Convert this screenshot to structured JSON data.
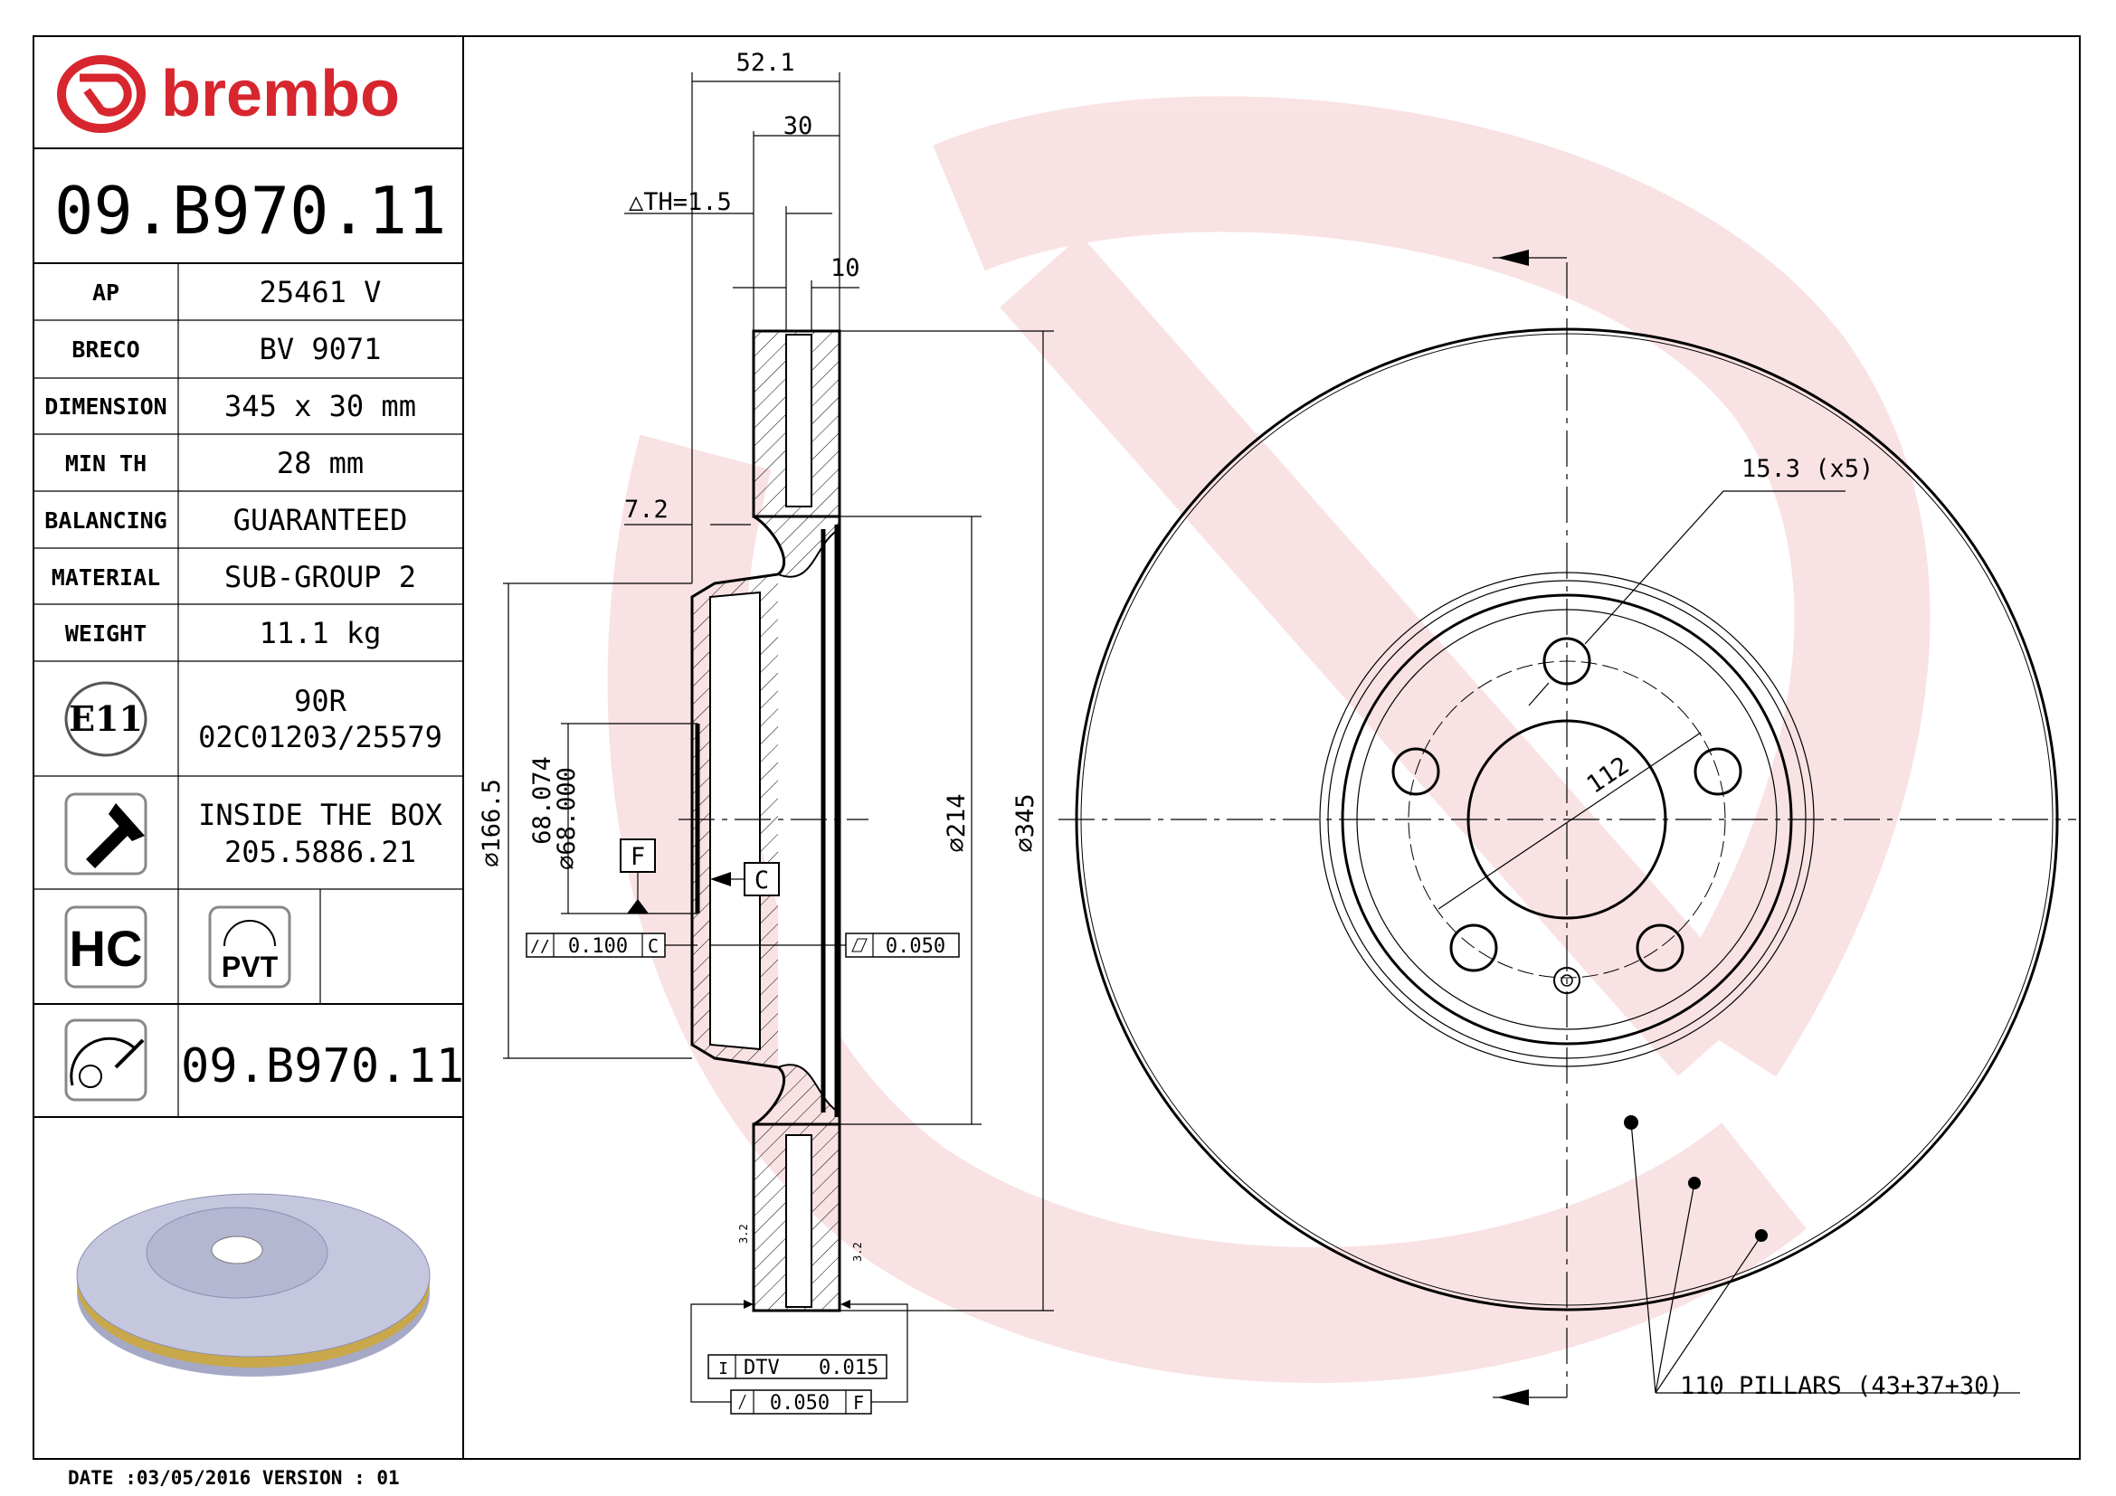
{
  "brand": {
    "name": "brembo",
    "color": "#d7262e"
  },
  "part_number": "09.B970.11",
  "specs": [
    {
      "label": "AP",
      "value": "25461 V"
    },
    {
      "label": "BRECO",
      "value": "BV 9071"
    },
    {
      "label": "DIMENSION",
      "value": "345 x 30 mm"
    },
    {
      "label": "MIN TH",
      "value": "28 mm"
    },
    {
      "label": "BALANCING",
      "value": "GUARANTEED"
    },
    {
      "label": "MATERIAL",
      "value": "SUB-GROUP 2"
    },
    {
      "label": "WEIGHT",
      "value": "11.1 kg"
    }
  ],
  "homologation": {
    "badge": "E11",
    "line1": "90R",
    "line2": "02C01203/25579"
  },
  "screws": {
    "icon": "screw-icon",
    "line1": "INSIDE THE BOX",
    "line2": "205.5886.21"
  },
  "badges": {
    "hc": "HC",
    "pvt": "PVT"
  },
  "footer_part_number": "09.B970.11",
  "footer": {
    "date_line": "DATE :03/05/2016 VERSION : 01"
  },
  "dimensions": {
    "overall_width": "52.1",
    "thickness": "30",
    "delta_th": "△TH=1.5",
    "cheek": "10",
    "hat_offset": "7.2",
    "hat_diameter": "∅166.5",
    "bore_max": "68.074",
    "bore_min": "∅68.000",
    "ring_inner": "∅214",
    "outer": "∅345",
    "bolt_circle": "112",
    "holes": "15.3 (x5)",
    "pillars": "110 PILLARS (43+37+30)",
    "roughness": "3.2"
  },
  "tolerances": {
    "datum_f": "F",
    "datum_c": "C",
    "parallelism": {
      "symbol": "//",
      "value": "0.100",
      "datum": "C"
    },
    "flatness": {
      "value": "0.050"
    },
    "dtv": {
      "label": "DTV",
      "value": "0.015"
    },
    "runout": {
      "value": "0.050",
      "datum": "F"
    }
  }
}
